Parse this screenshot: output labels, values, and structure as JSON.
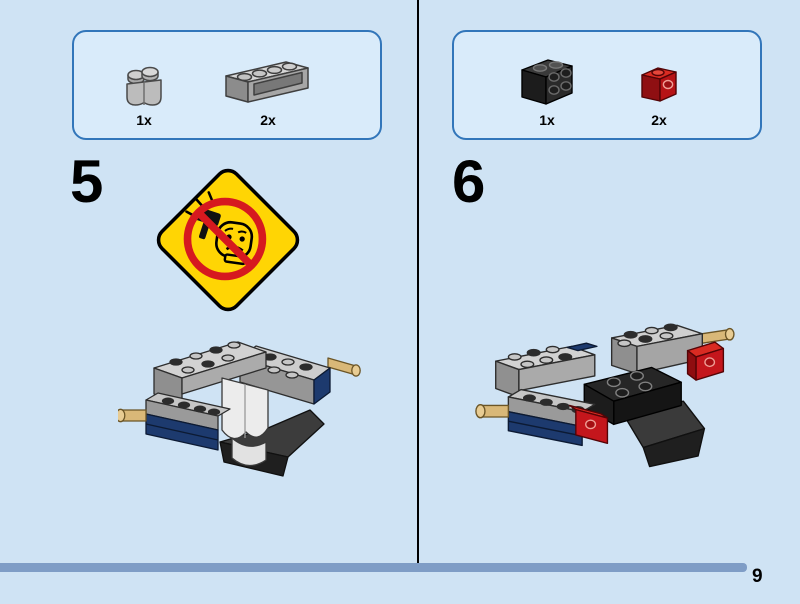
{
  "page": {
    "number": "9"
  },
  "steps": [
    {
      "number": "5",
      "parts": [
        {
          "count": "1x",
          "piece": "light-gray-log-brick-1x2"
        },
        {
          "count": "2x",
          "piece": "light-gray-brick-1x4-groove"
        }
      ],
      "warning_icon": "do-not-hammer-minifig-head-warning"
    },
    {
      "number": "6",
      "parts": [
        {
          "count": "1x",
          "piece": "black-bracket-1x2-2x2"
        },
        {
          "count": "2x",
          "piece": "red-bracket-1x1"
        }
      ]
    }
  ],
  "colors": {
    "background": "#cfe3f4",
    "panel_border": "#3276ba",
    "panel_fill": "#d9ebfa",
    "bottom_bar": "#7f9dc6",
    "warning_yellow": "#ffd504",
    "warning_red": "#d6191f",
    "brick_gray": "#c6c6c6",
    "brick_dark": "#2b2b2b",
    "brick_blue": "#1d3a6e",
    "brick_red": "#c4161c",
    "brick_tan": "#d9b878"
  }
}
